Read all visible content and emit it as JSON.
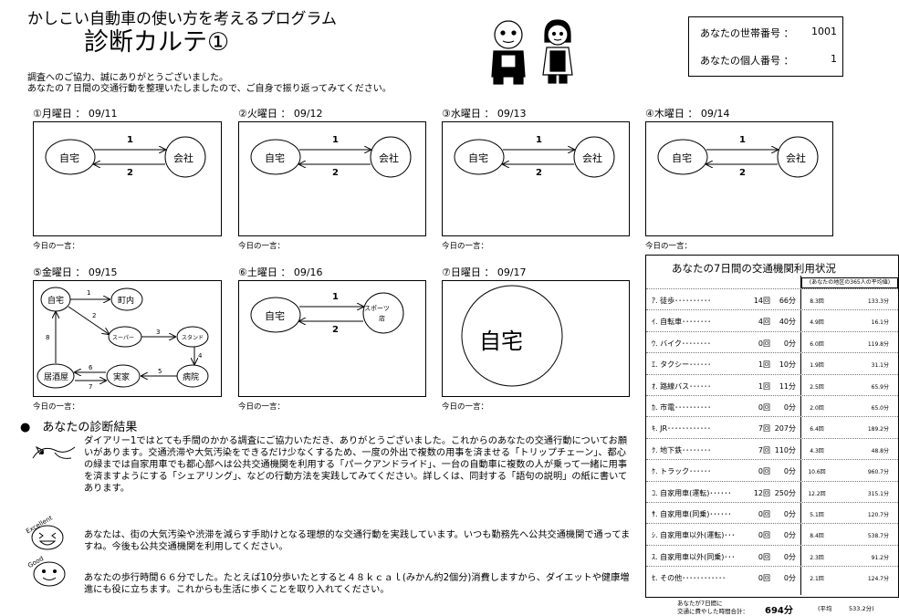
{
  "header": {
    "title": "かしこい自動車の使い方を考えるプログラム",
    "main_title": "診断カルテ①",
    "thanks_line1": "調査へのご協力、誠にありがとうございました。",
    "thanks_line2": "あなたの７日間の交通行動を整理いたしましたので、ご自身で振り返ってみてください。"
  },
  "ids": {
    "household_label": "あなたの世帯番号 ：",
    "household_value": "1001",
    "personal_label": "あなたの個人番号 ：",
    "personal_value": "1"
  },
  "comment_label": "今日の一言：",
  "days": [
    {
      "label": "①月曜日 ： 09/11",
      "from": "自宅",
      "to": "会社",
      "out": "1",
      "back": "2"
    },
    {
      "label": "②火曜日 ： 09/12",
      "from": "自宅",
      "to": "会社",
      "out": "1",
      "back": "2"
    },
    {
      "label": "③水曜日 ： 09/13",
      "from": "自宅",
      "to": "会社",
      "out": "1",
      "back": "2"
    },
    {
      "label": "④木曜日 ： 09/14",
      "from": "自宅",
      "to": "会社",
      "out": "1",
      "back": "2"
    },
    {
      "label": "⑤金曜日 ： 09/15"
    },
    {
      "label": "⑥土曜日 ： 09/16",
      "from": "自宅",
      "to_line1": "スポーツ",
      "to_line2": "店",
      "out": "1",
      "back": "2"
    },
    {
      "label": "⑦日曜日 ： 09/17",
      "single": "自宅"
    }
  ],
  "friday": {
    "nodes": {
      "home": "自宅",
      "town": "町内",
      "super": "スーパー",
      "stand": "スタンド",
      "izakaya": "居酒屋",
      "parents": "実家",
      "hospital": "病院"
    },
    "edges": [
      "1",
      "2",
      "3",
      "4",
      "5",
      "6",
      "7",
      "8"
    ]
  },
  "result": {
    "heading": "●　あなたの診断結果",
    "para1": "ダイアリー1ではとても手間のかかる調査にご協力いただき、ありがとうございました。これからのあなたの交通行動についてお願いがあります。交通渋滞や大気汚染をできるだけ少なくするため、一度の外出で複数の用事を済ませる「トリップチェーン」、都心の緑までは自家用車でも都心部へは公共交通機関を利用する「パークアンドライド」、一台の自動車に複数の人が乗って一緒に用事を済ますようにする「シェアリング」、などの行動方法を実践してみてください。詳しくは、同封する「語句の説明」の紙に書いてあります。",
    "excellent_label": "Excellent",
    "para2": "あなたは、街の大気汚染や渋滞を減らす手助けとなる理想的な交通行動を実践しています。いつも勤務先へ公共交通機関で通ってますね。今後も公共交通機関を利用してください。",
    "good_label": "Good",
    "para3": "あなたの歩行時間６６分でした。たとえば10分歩いたとすると４８ｋｃａｌ(みかん約2個分)消費しますから、ダイエットや健康増進にも役に立ちます。これからも生活に歩くことを取り入れてください。"
  },
  "usage": {
    "title": "あなたの7日間の交通機関利用状況",
    "avg_header": "(あなたの地区の365人の平均値)",
    "rows": [
      {
        "label": "ｱ. 徒歩･･････････",
        "count": "14回",
        "minutes": "66分",
        "avg_count": "8.3回",
        "avg_min": "133.3分"
      },
      {
        "label": "ｲ. 自転車････････",
        "count": "4回",
        "minutes": "40分",
        "avg_count": "4.9回",
        "avg_min": "16.1分"
      },
      {
        "label": "ｳ. バイク････････",
        "count": "0回",
        "minutes": "0分",
        "avg_count": "6.0回",
        "avg_min": "119.8分"
      },
      {
        "label": "ｴ. タクシー･･････",
        "count": "1回",
        "minutes": "10分",
        "avg_count": "1.9回",
        "avg_min": "31.1分"
      },
      {
        "label": "ｵ. 路線バス･･････",
        "count": "1回",
        "minutes": "11分",
        "avg_count": "2.5回",
        "avg_min": "65.9分"
      },
      {
        "label": "ｶ. 市電･･････････",
        "count": "0回",
        "minutes": "0分",
        "avg_count": "2.0回",
        "avg_min": "65.0分"
      },
      {
        "label": "ｷ. JR････････････",
        "count": "7回",
        "minutes": "207分",
        "avg_count": "6.4回",
        "avg_min": "189.2分"
      },
      {
        "label": "ｸ. 地下鉄････････",
        "count": "7回",
        "minutes": "110分",
        "avg_count": "4.3回",
        "avg_min": "48.8分"
      },
      {
        "label": "ｹ. トラック･･････",
        "count": "0回",
        "minutes": "0分",
        "avg_count": "10.6回",
        "avg_min": "960.7分"
      },
      {
        "label": "ｺ. 自家用車(運転)･･････",
        "count": "12回",
        "minutes": "250分",
        "avg_count": "12.2回",
        "avg_min": "315.1分"
      },
      {
        "label": "ｻ. 自家用車(同乗)･･････",
        "count": "0回",
        "minutes": "0分",
        "avg_count": "5.1回",
        "avg_min": "120.7分"
      },
      {
        "label": "ｼ. 自家用車以外(運転)･･･",
        "count": "0回",
        "minutes": "0分",
        "avg_count": "8.4回",
        "avg_min": "538.7分"
      },
      {
        "label": "ｽ. 自家用車以外(同乗)･･･",
        "count": "0回",
        "minutes": "0分",
        "avg_count": "2.3回",
        "avg_min": "91.2分"
      },
      {
        "label": "ｾ. その他････････････",
        "count": "0回",
        "minutes": "0分",
        "avg_count": "2.1回",
        "avg_min": "124.7分"
      }
    ],
    "total_label1": "あなたが7日間に",
    "total_label2": "交通に費やした時間合計：",
    "total_value": "694分",
    "avg_total_label": "(平均",
    "avg_total_value": "533.2分)"
  }
}
